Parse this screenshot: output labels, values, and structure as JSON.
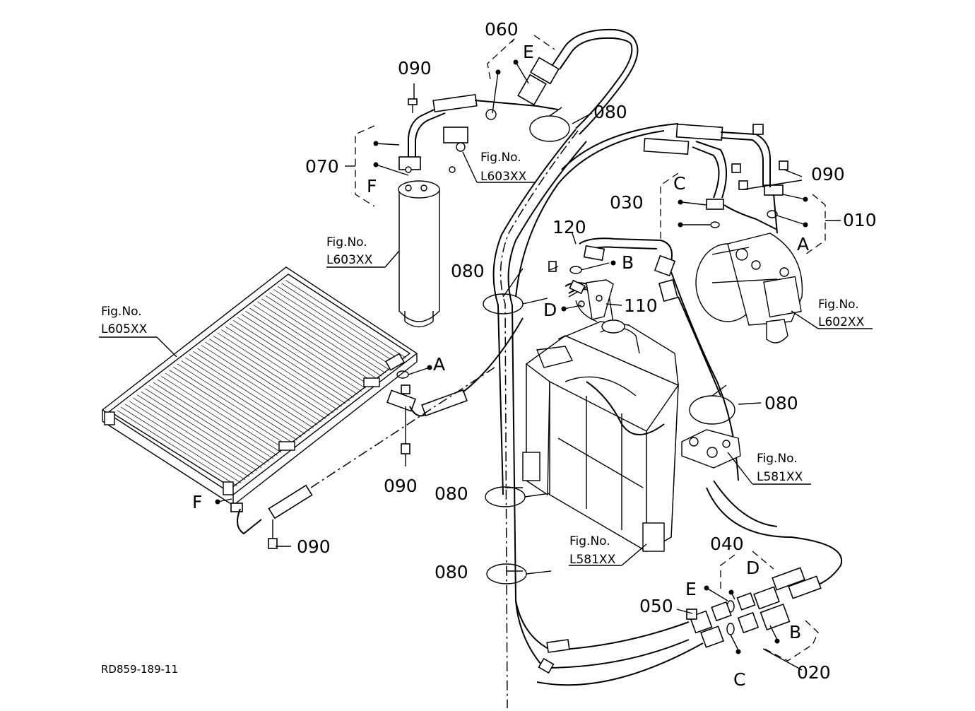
{
  "diagram": {
    "drawing_code": "RD859-189-11",
    "part_numbers": {
      "p010": "010",
      "p020": "020",
      "p030": "030",
      "p040": "040",
      "p050": "050",
      "p060": "060",
      "p070": "070",
      "p080a": "080",
      "p080b": "080",
      "p080c": "080",
      "p080d": "080",
      "p080e": "080",
      "p090a": "090",
      "p090b": "090",
      "p090c": "090",
      "p090d": "090",
      "p110": "110",
      "p120": "120"
    },
    "letters": {
      "a1": "A",
      "a2": "A",
      "b1": "B",
      "b2": "B",
      "c1": "C",
      "c2": "C",
      "d1": "D",
      "d2": "D",
      "e1": "E",
      "e2": "E",
      "f1": "F",
      "f2": "F"
    },
    "figure_refs": [
      {
        "label": "Fig.No.",
        "code": "L603XX"
      },
      {
        "label": "Fig.No.",
        "code": "L603XX"
      },
      {
        "label": "Fig.No.",
        "code": "L605XX"
      },
      {
        "label": "Fig.No.",
        "code": "L602XX"
      },
      {
        "label": "Fig.No.",
        "code": "L581XX"
      },
      {
        "label": "Fig.No.",
        "code": "L581XX"
      }
    ]
  }
}
